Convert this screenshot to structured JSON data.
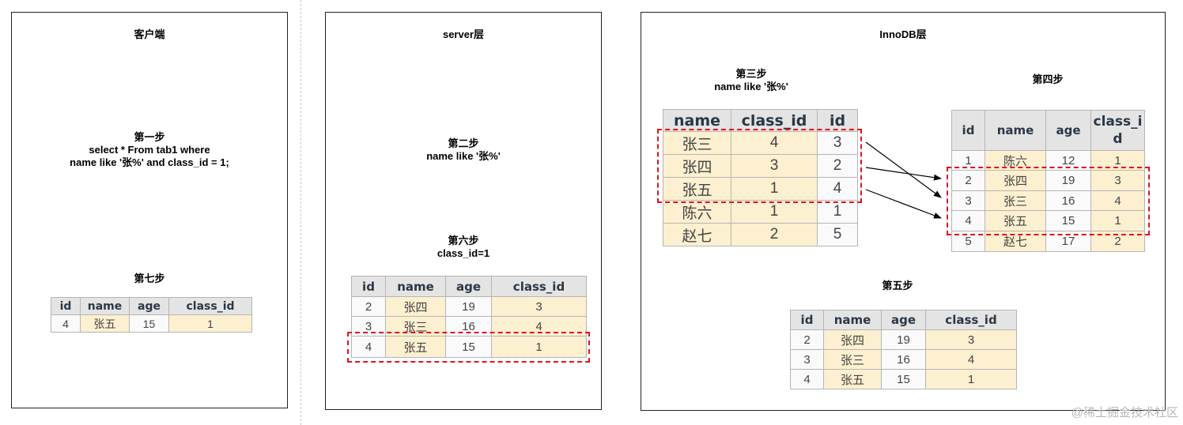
{
  "client": {
    "title": "客户端",
    "step1": {
      "label": "第一步",
      "lines": [
        "select * From tab1 where",
        "name like '张%' and class_id = 1;"
      ]
    },
    "step7": {
      "label": "第七步"
    },
    "table7": {
      "headers": [
        "id",
        "name",
        "age",
        "class_id"
      ],
      "rows": [
        [
          "4",
          "张五",
          "15",
          "1"
        ]
      ]
    }
  },
  "server": {
    "title": "server层",
    "step2": {
      "label": "第二步",
      "line": "name like '张%'"
    },
    "step6": {
      "label": "第六步",
      "line": "class_id=1"
    },
    "table6": {
      "headers": [
        "id",
        "name",
        "age",
        "class_id"
      ],
      "rows": [
        [
          "2",
          "张四",
          "19",
          "3"
        ],
        [
          "3",
          "张三",
          "16",
          "4"
        ],
        [
          "4",
          "张五",
          "15",
          "1"
        ]
      ]
    }
  },
  "innodb": {
    "title": "InnoDB层",
    "step3": {
      "label": "第三步",
      "line": "name like '张%'"
    },
    "step4": {
      "label": "第四步"
    },
    "step5": {
      "label": "第五步"
    },
    "index_table": {
      "headers": [
        "name",
        "class_id",
        "id"
      ],
      "rows": [
        [
          "张三",
          "4",
          "3"
        ],
        [
          "张四",
          "3",
          "2"
        ],
        [
          "张五",
          "1",
          "4"
        ],
        [
          "陈六",
          "1",
          "1"
        ],
        [
          "赵七",
          "2",
          "5"
        ]
      ]
    },
    "full_table": {
      "headers": [
        "id",
        "name",
        "age",
        "class_id"
      ],
      "rows": [
        [
          "1",
          "陈六",
          "12",
          "1"
        ],
        [
          "2",
          "张四",
          "19",
          "3"
        ],
        [
          "3",
          "张三",
          "16",
          "4"
        ],
        [
          "4",
          "张五",
          "15",
          "1"
        ],
        [
          "5",
          "赵七",
          "17",
          "2"
        ]
      ]
    },
    "table5": {
      "headers": [
        "id",
        "name",
        "age",
        "class_id"
      ],
      "rows": [
        [
          "2",
          "张四",
          "19",
          "3"
        ],
        [
          "3",
          "张三",
          "16",
          "4"
        ],
        [
          "4",
          "张五",
          "15",
          "1"
        ]
      ]
    }
  },
  "watermark": "@稀土掘金技术社区",
  "colors": {
    "highlight": "#e0141b",
    "cell_yellow": "#fdf0d0",
    "header_gray": "#e4e4e4"
  }
}
